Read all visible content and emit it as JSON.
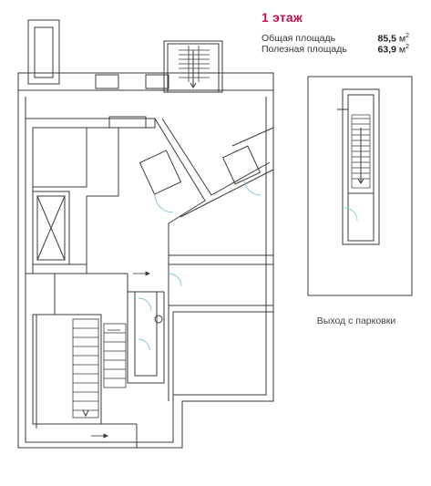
{
  "floor": {
    "title": "1 этаж"
  },
  "areas": [
    {
      "label": "Общая площадь",
      "value": "85,5",
      "unit": "м",
      "exp": "2"
    },
    {
      "label": "Полезная площадь",
      "value": "63,9",
      "unit": "м",
      "exp": "2"
    }
  ],
  "inset": {
    "caption": "Выход с парковки"
  },
  "colors": {
    "accent": "#c4104f",
    "wall": "#3a3a3a",
    "door": "#7fc4d6"
  }
}
